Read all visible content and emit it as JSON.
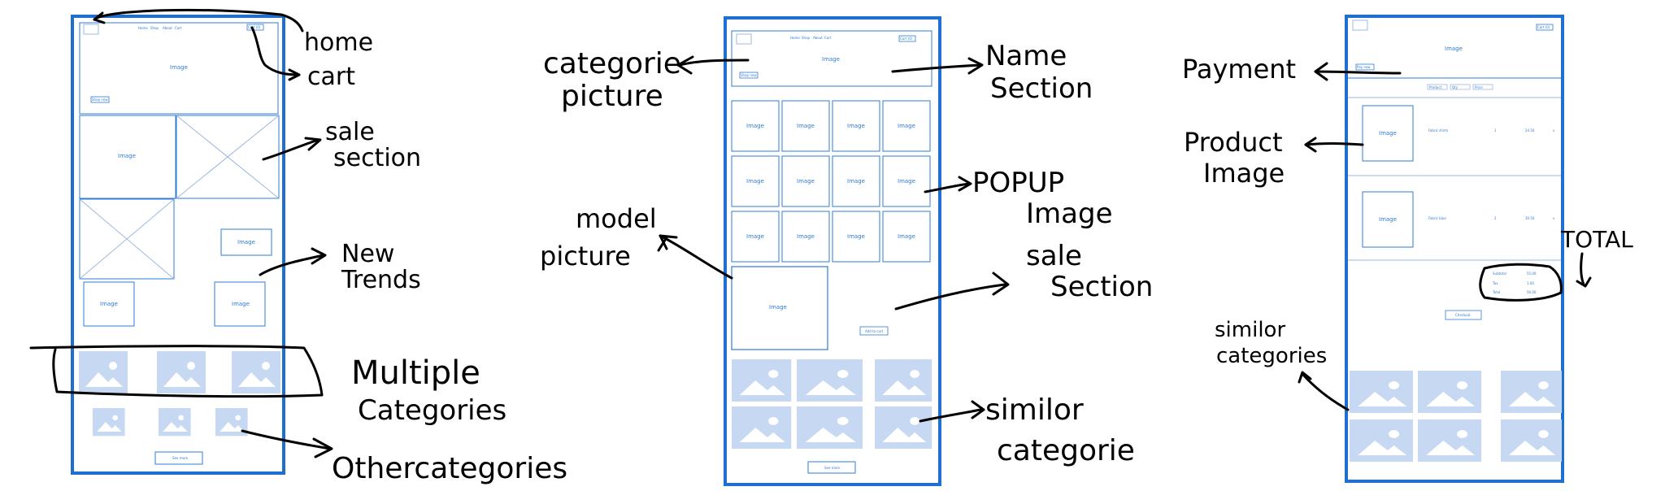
{
  "placeholder_label": "Image",
  "wireframes": {
    "home": {
      "nav": [
        "Home",
        "Shop",
        "About",
        "Cart"
      ],
      "cart_button": "Cart (0)",
      "hero_button": "Shop now",
      "footer_button": "See more"
    },
    "category": {
      "nav": [
        "Home",
        "Shop",
        "About",
        "Cart"
      ],
      "cart_button": "Cart (0)",
      "hero_button": "Shop now",
      "sale_button": "Add to cart",
      "footer_button": "See more"
    },
    "cart": {
      "cart_button": "Cart (0)",
      "hero_button": "Pay now",
      "tabs": [
        "Product",
        "Qty",
        "Price"
      ],
      "rows": [
        {
          "name": "Fabric shirts",
          "qty": "1",
          "price": "24.50",
          "remove": "x"
        },
        {
          "name": "Fabric blue",
          "qty": "2",
          "price": "30.50",
          "remove": "x"
        }
      ],
      "totals": [
        {
          "label": "Subtotal",
          "value": "55.00"
        },
        {
          "label": "Tax",
          "value": "1.00"
        },
        {
          "label": "Total",
          "value": "56.00"
        }
      ],
      "checkout_button": "Checkout"
    }
  },
  "annotations": {
    "home": "home",
    "cart": "cart",
    "sale_section_1": "sale",
    "sale_section_2": "section",
    "new_trends_1": "New",
    "new_trends_2": "Trends",
    "multiple_1": "Multiple",
    "multiple_2": "Categories",
    "other_categories": "Othercategories",
    "categorie_1": "categorie",
    "categorie_2": "picture",
    "name_1": "Name",
    "name_2": "Section",
    "model_1": "model",
    "model_2": "picture",
    "popup_1": "POPUP",
    "popup_2": "Image",
    "sale2_1": "sale",
    "sale2_2": "Section",
    "similar_1": "similor",
    "similar_2": "categorie",
    "payment": "Payment",
    "product_1": "Product",
    "product_2": "Image",
    "total": "TOTAL",
    "similar3_1": "similor",
    "similar3_2": "categories"
  }
}
